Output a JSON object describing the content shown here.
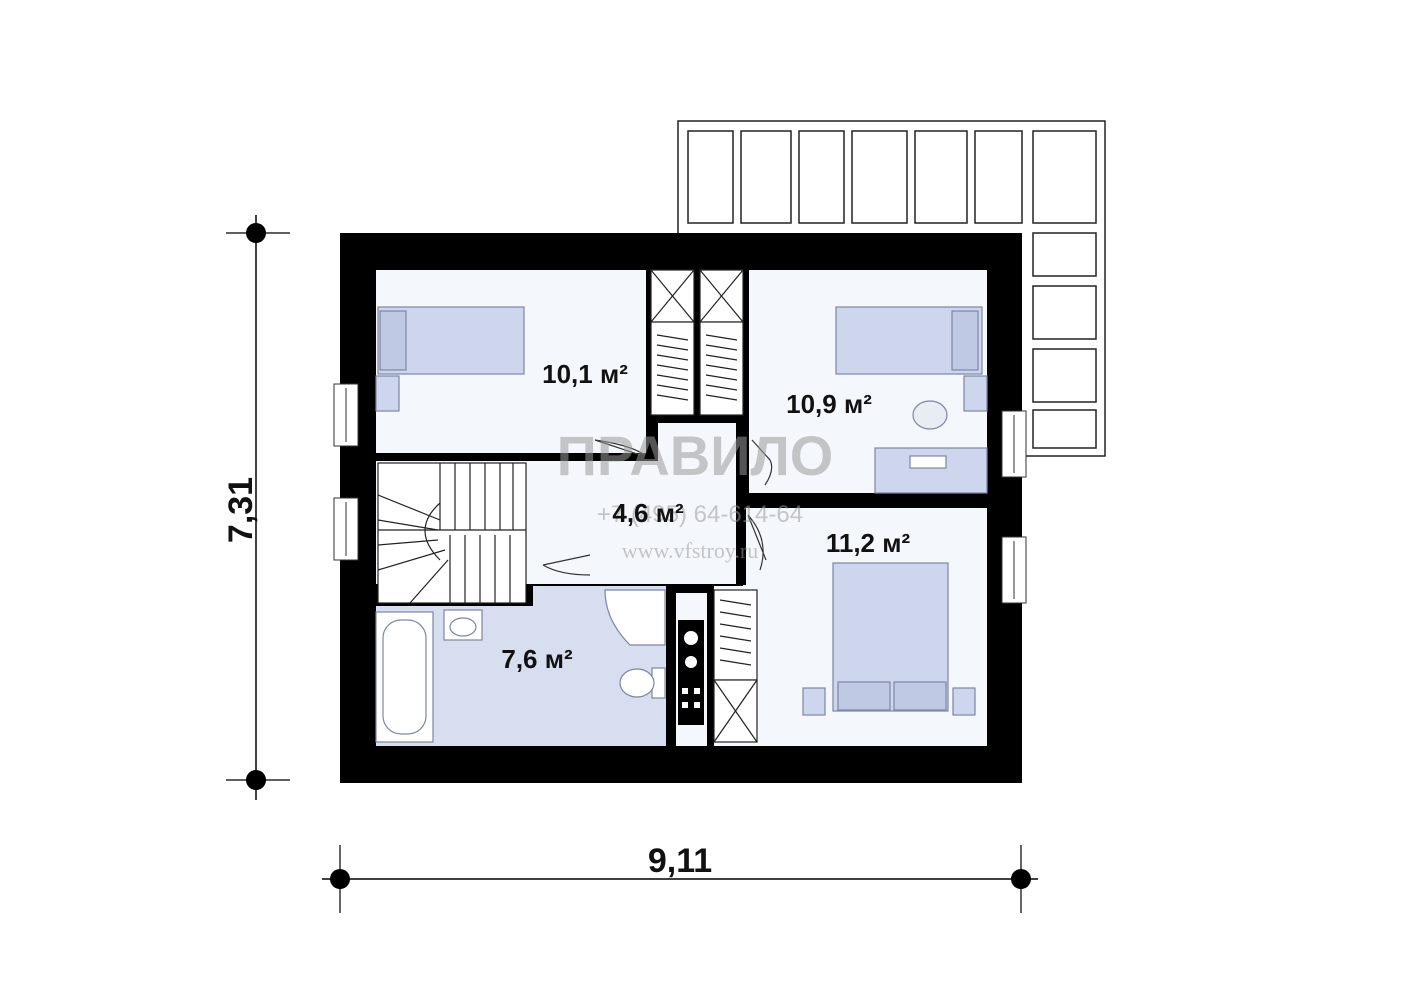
{
  "rooms": [
    {
      "id": "bedroom-left",
      "area": "10,1 м²"
    },
    {
      "id": "bedroom-right",
      "area": "10,9 м²"
    },
    {
      "id": "hall",
      "area": "4,6 м²"
    },
    {
      "id": "bathroom",
      "area": "7,6 м²"
    },
    {
      "id": "master-bedroom",
      "area": "11,2 м²"
    }
  ],
  "dimensions": {
    "width": "9,11",
    "depth": "7,31"
  },
  "watermark": {
    "logo": "ПРАВИЛО",
    "phone": "+7 (495) 64-614-64",
    "site": "www.vfstroy.ru"
  },
  "colors": {
    "wall": "#000000",
    "floor": "#f4f8fd",
    "bath_floor": "#cfd8ee",
    "furniture": "#cdd6ec",
    "furniture_stroke": "#8a93ad"
  }
}
